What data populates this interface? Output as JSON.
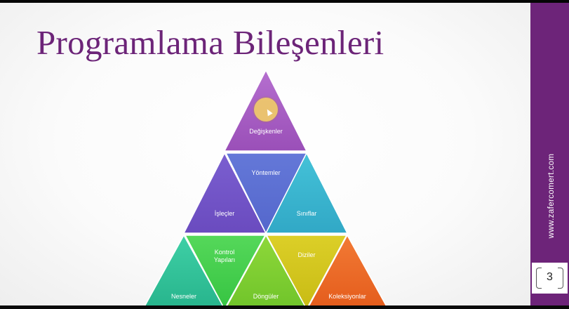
{
  "slide": {
    "title": "Programlama Bileşenleri",
    "pyramid": {
      "top": "Değişkenler",
      "level2": {
        "center": "Yöntemler",
        "left": "İşleçler",
        "right": "Sınıflar"
      },
      "level3": {
        "upper_left": [
          "Kontrol",
          "Yapıları"
        ],
        "upper_right": "Diziler",
        "bottom_left": "Nesneler",
        "bottom_center": "Döngüler",
        "bottom_right": "Koleksiyonlar"
      }
    },
    "colors": {
      "title": "#6c2478",
      "top": "#a55bc0",
      "islecler": "#7357c7",
      "yontemler": "#5b6ed2",
      "siniflar": "#39b6cf",
      "nesneler": "#2fc39c",
      "kontrol": "#44cf4e",
      "donguler": "#7ccf31",
      "diziler": "#d2c61b",
      "koleksiyonlar": "#ec6a26"
    }
  },
  "sidebar": {
    "site_url": "www.zafercomert.com",
    "page_number": "3"
  }
}
